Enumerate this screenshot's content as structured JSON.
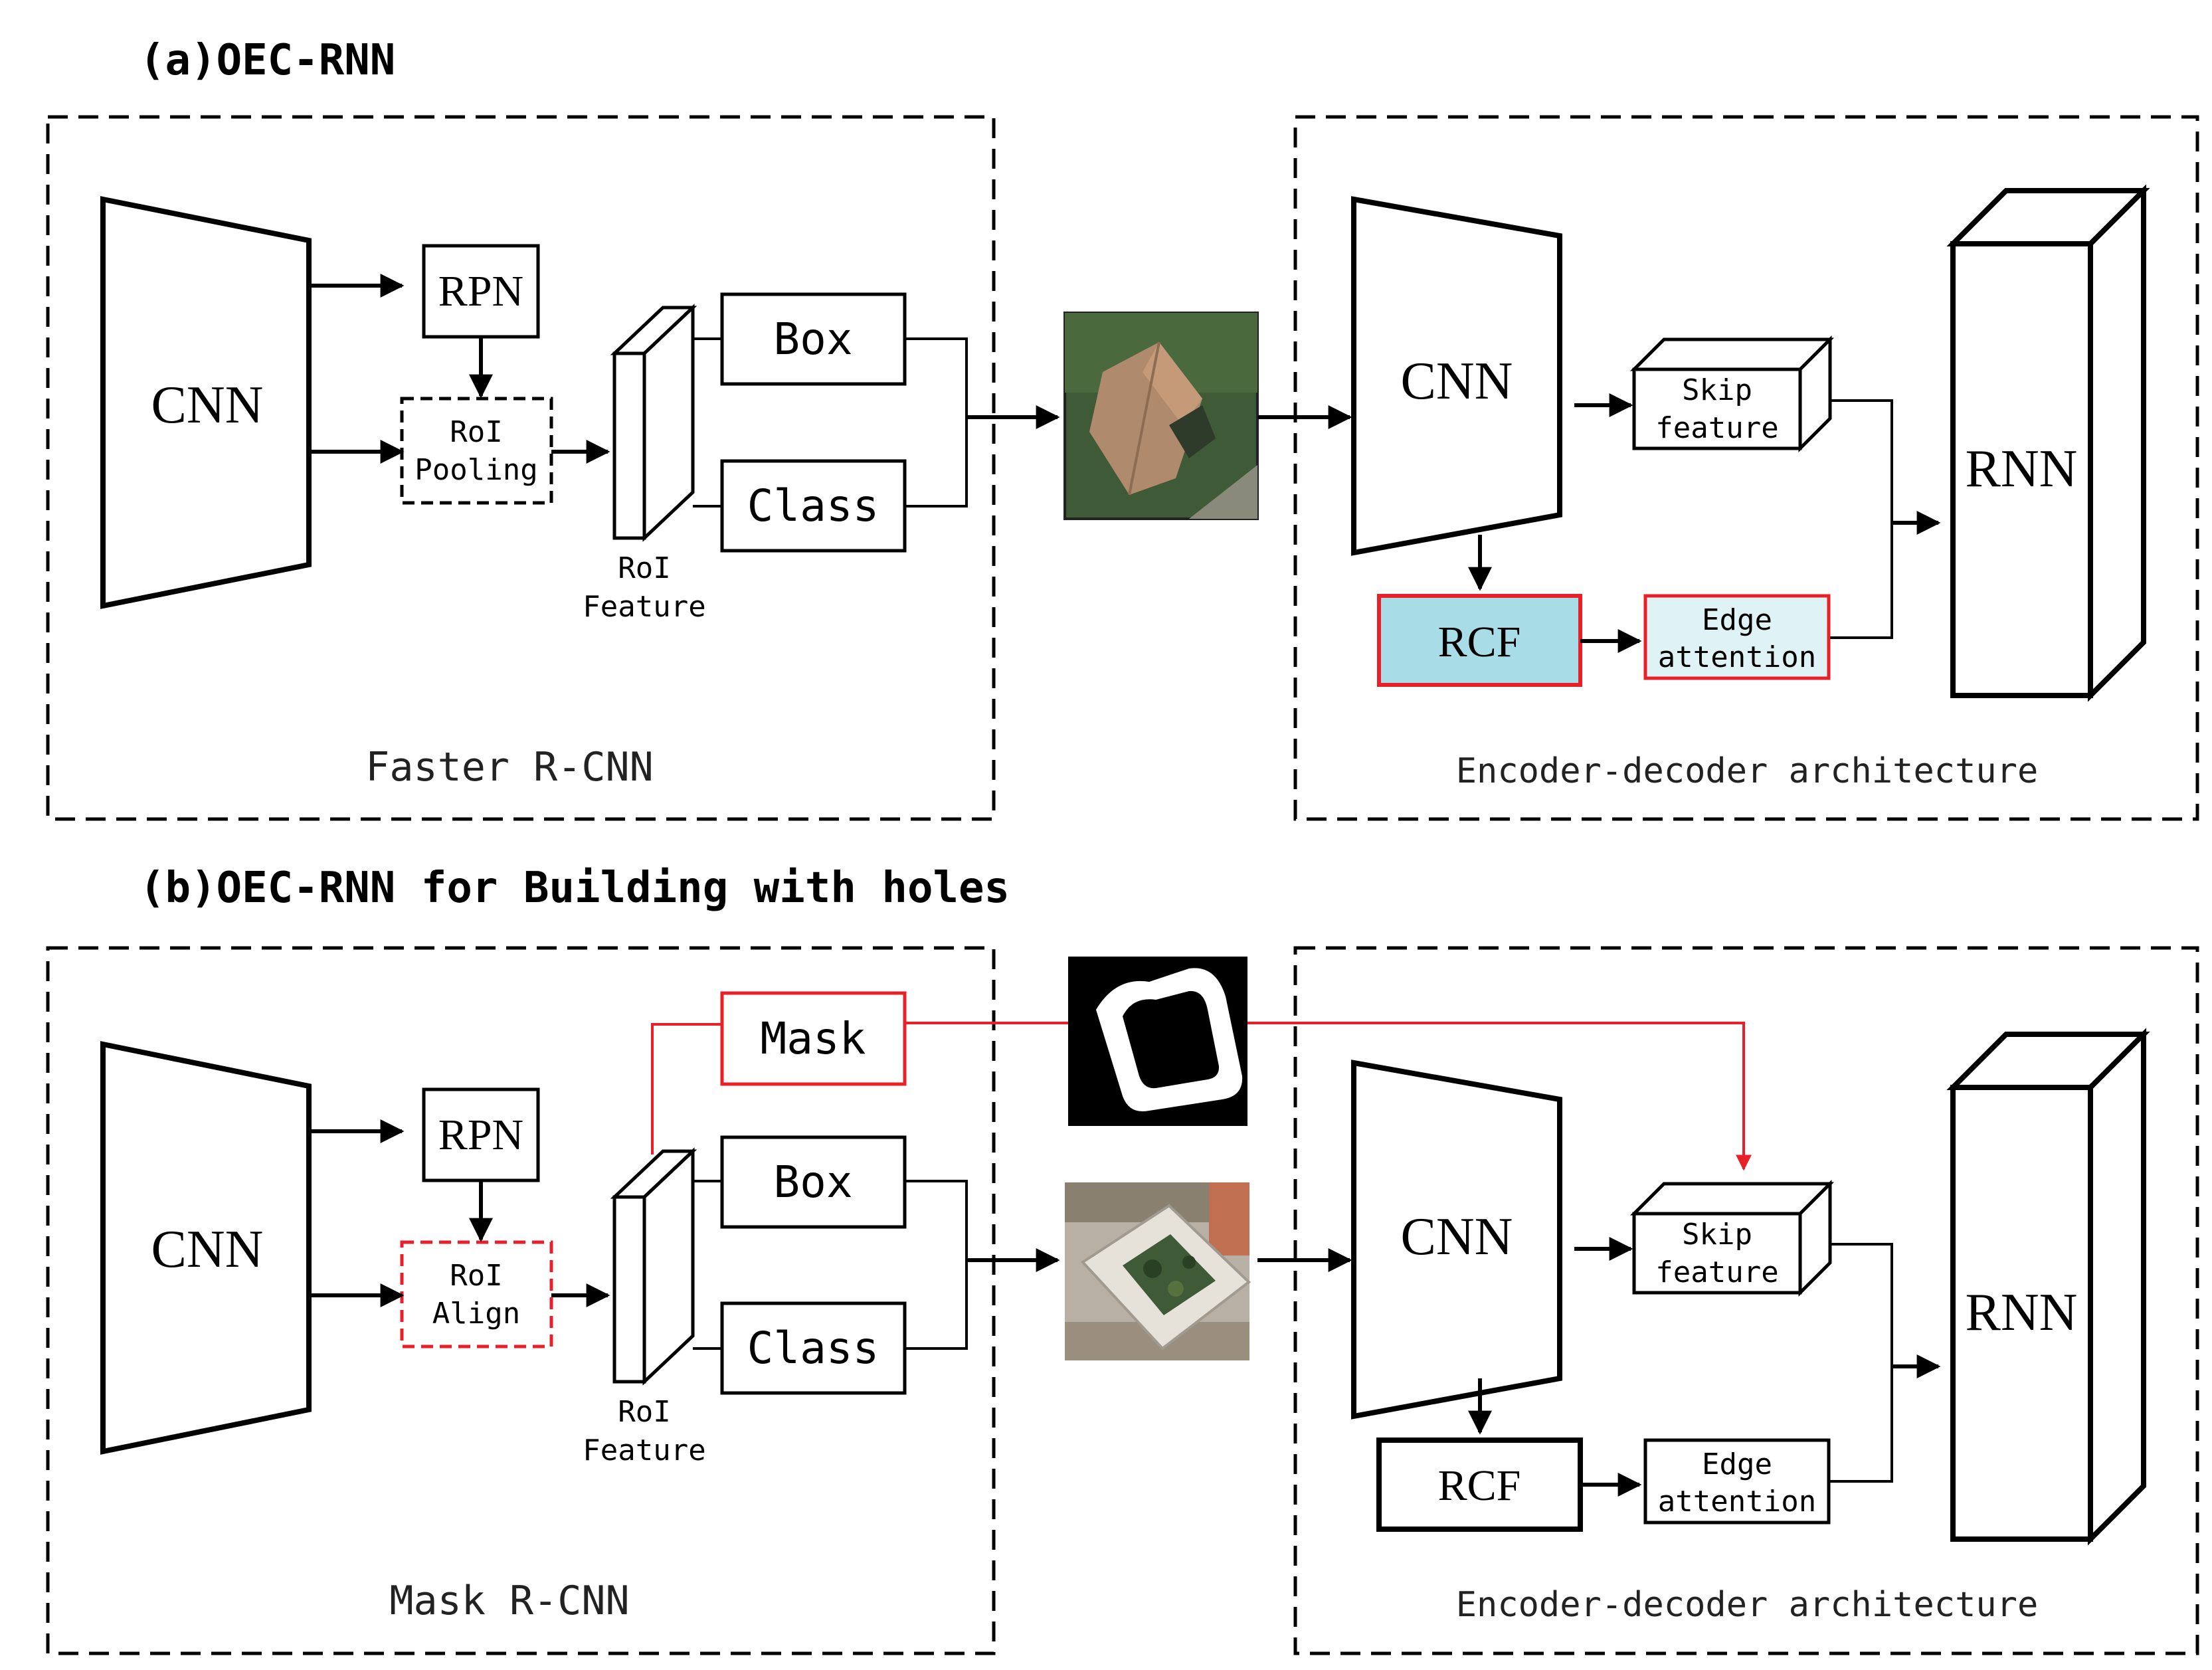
{
  "panel_a": {
    "title": "(a)OEC-RNN",
    "left_label": "Faster R-CNN",
    "right_label": "Encoder-decoder architecture",
    "cnn_left": "CNN",
    "rpn": "RPN",
    "roi_line1": "RoI",
    "roi_line2": "Pooling",
    "roi_feature_line1": "RoI",
    "roi_feature_line2": "Feature",
    "box": "Box",
    "class": "Class",
    "cnn_right": "CNN",
    "skip_line1": "Skip",
    "skip_line2": "feature",
    "rcf": "RCF",
    "edge_line1": "Edge",
    "edge_line2": "attention",
    "rnn": "RNN"
  },
  "panel_b": {
    "title": "(b)OEC-RNN for Building with holes",
    "left_label": "Mask R-CNN",
    "right_label": "Encoder-decoder architecture",
    "cnn_left": "CNN",
    "rpn": "RPN",
    "roi_line1": "RoI",
    "roi_line2": "Align",
    "roi_feature_line1": "RoI",
    "roi_feature_line2": "Feature",
    "mask": "Mask",
    "box": "Box",
    "class": "Class",
    "cnn_right": "CNN",
    "skip_line1": "Skip",
    "skip_line2": "feature",
    "rcf": "RCF",
    "edge_line1": "Edge",
    "edge_line2": "attention",
    "rnn": "RNN"
  },
  "colors": {
    "highlight_red": "#e8202a",
    "rcf_fill": "#a8dde8",
    "edge_fill": "#dff2f6",
    "roof": "#b08a6c",
    "vegetation": "#3e5a36"
  }
}
